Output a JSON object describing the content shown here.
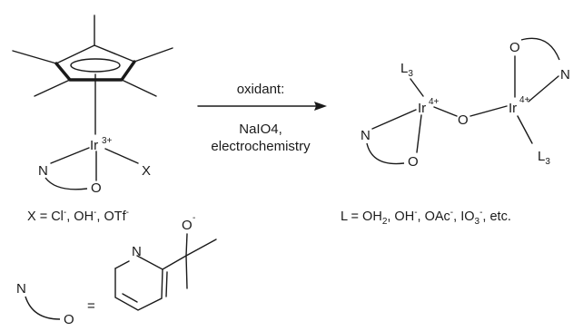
{
  "left_complex": {
    "metal": "Ir",
    "metal_charge": "3+",
    "x_ligand": "X",
    "n_atom": "N",
    "o_atom": "O"
  },
  "arrow": {
    "top": "oxidant:",
    "bottom_line1": "NaIO4,",
    "bottom_line2": "electrochemistry"
  },
  "right_complex": {
    "metal": "Ir",
    "metal_charge": "4+",
    "bridge": "O",
    "ligand": "L",
    "ligand_sub": "3",
    "n_atom": "N",
    "o_atom": "O"
  },
  "x_caption": {
    "lead": "X = Cl",
    "sep1": ", OH",
    "sep2": ", OTf",
    "sup": "-"
  },
  "l_caption": {
    "lead": "L = OH",
    "sub2": "2",
    "p1": ", OH",
    "p2": ", OAc",
    "p3": ", IO",
    "sub3": "3",
    "tail": ", etc.",
    "sup": "-"
  },
  "legend": {
    "n_atom": "N",
    "o_atom": "O",
    "equals": "=",
    "ring_n": "N",
    "alkoxide_o": "O",
    "alkoxide_charge": "-"
  }
}
